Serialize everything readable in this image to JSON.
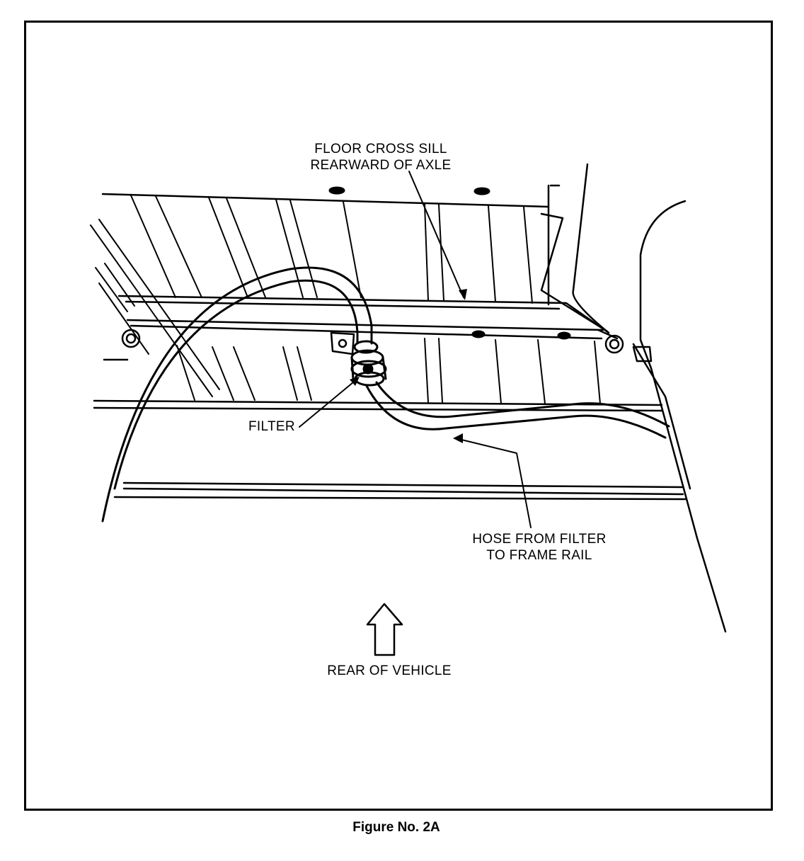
{
  "labels": {
    "cross_sill_line1": "FLOOR CROSS SILL",
    "cross_sill_line2": "REARWARD OF AXLE",
    "filter": "FILTER",
    "hose_line1": "HOSE FROM FILTER",
    "hose_line2": "TO FRAME RAIL",
    "rear": "REAR OF VEHICLE"
  },
  "caption": "Figure No. 2A",
  "colors": {
    "ink": "#000000",
    "paper": "#ffffff"
  }
}
